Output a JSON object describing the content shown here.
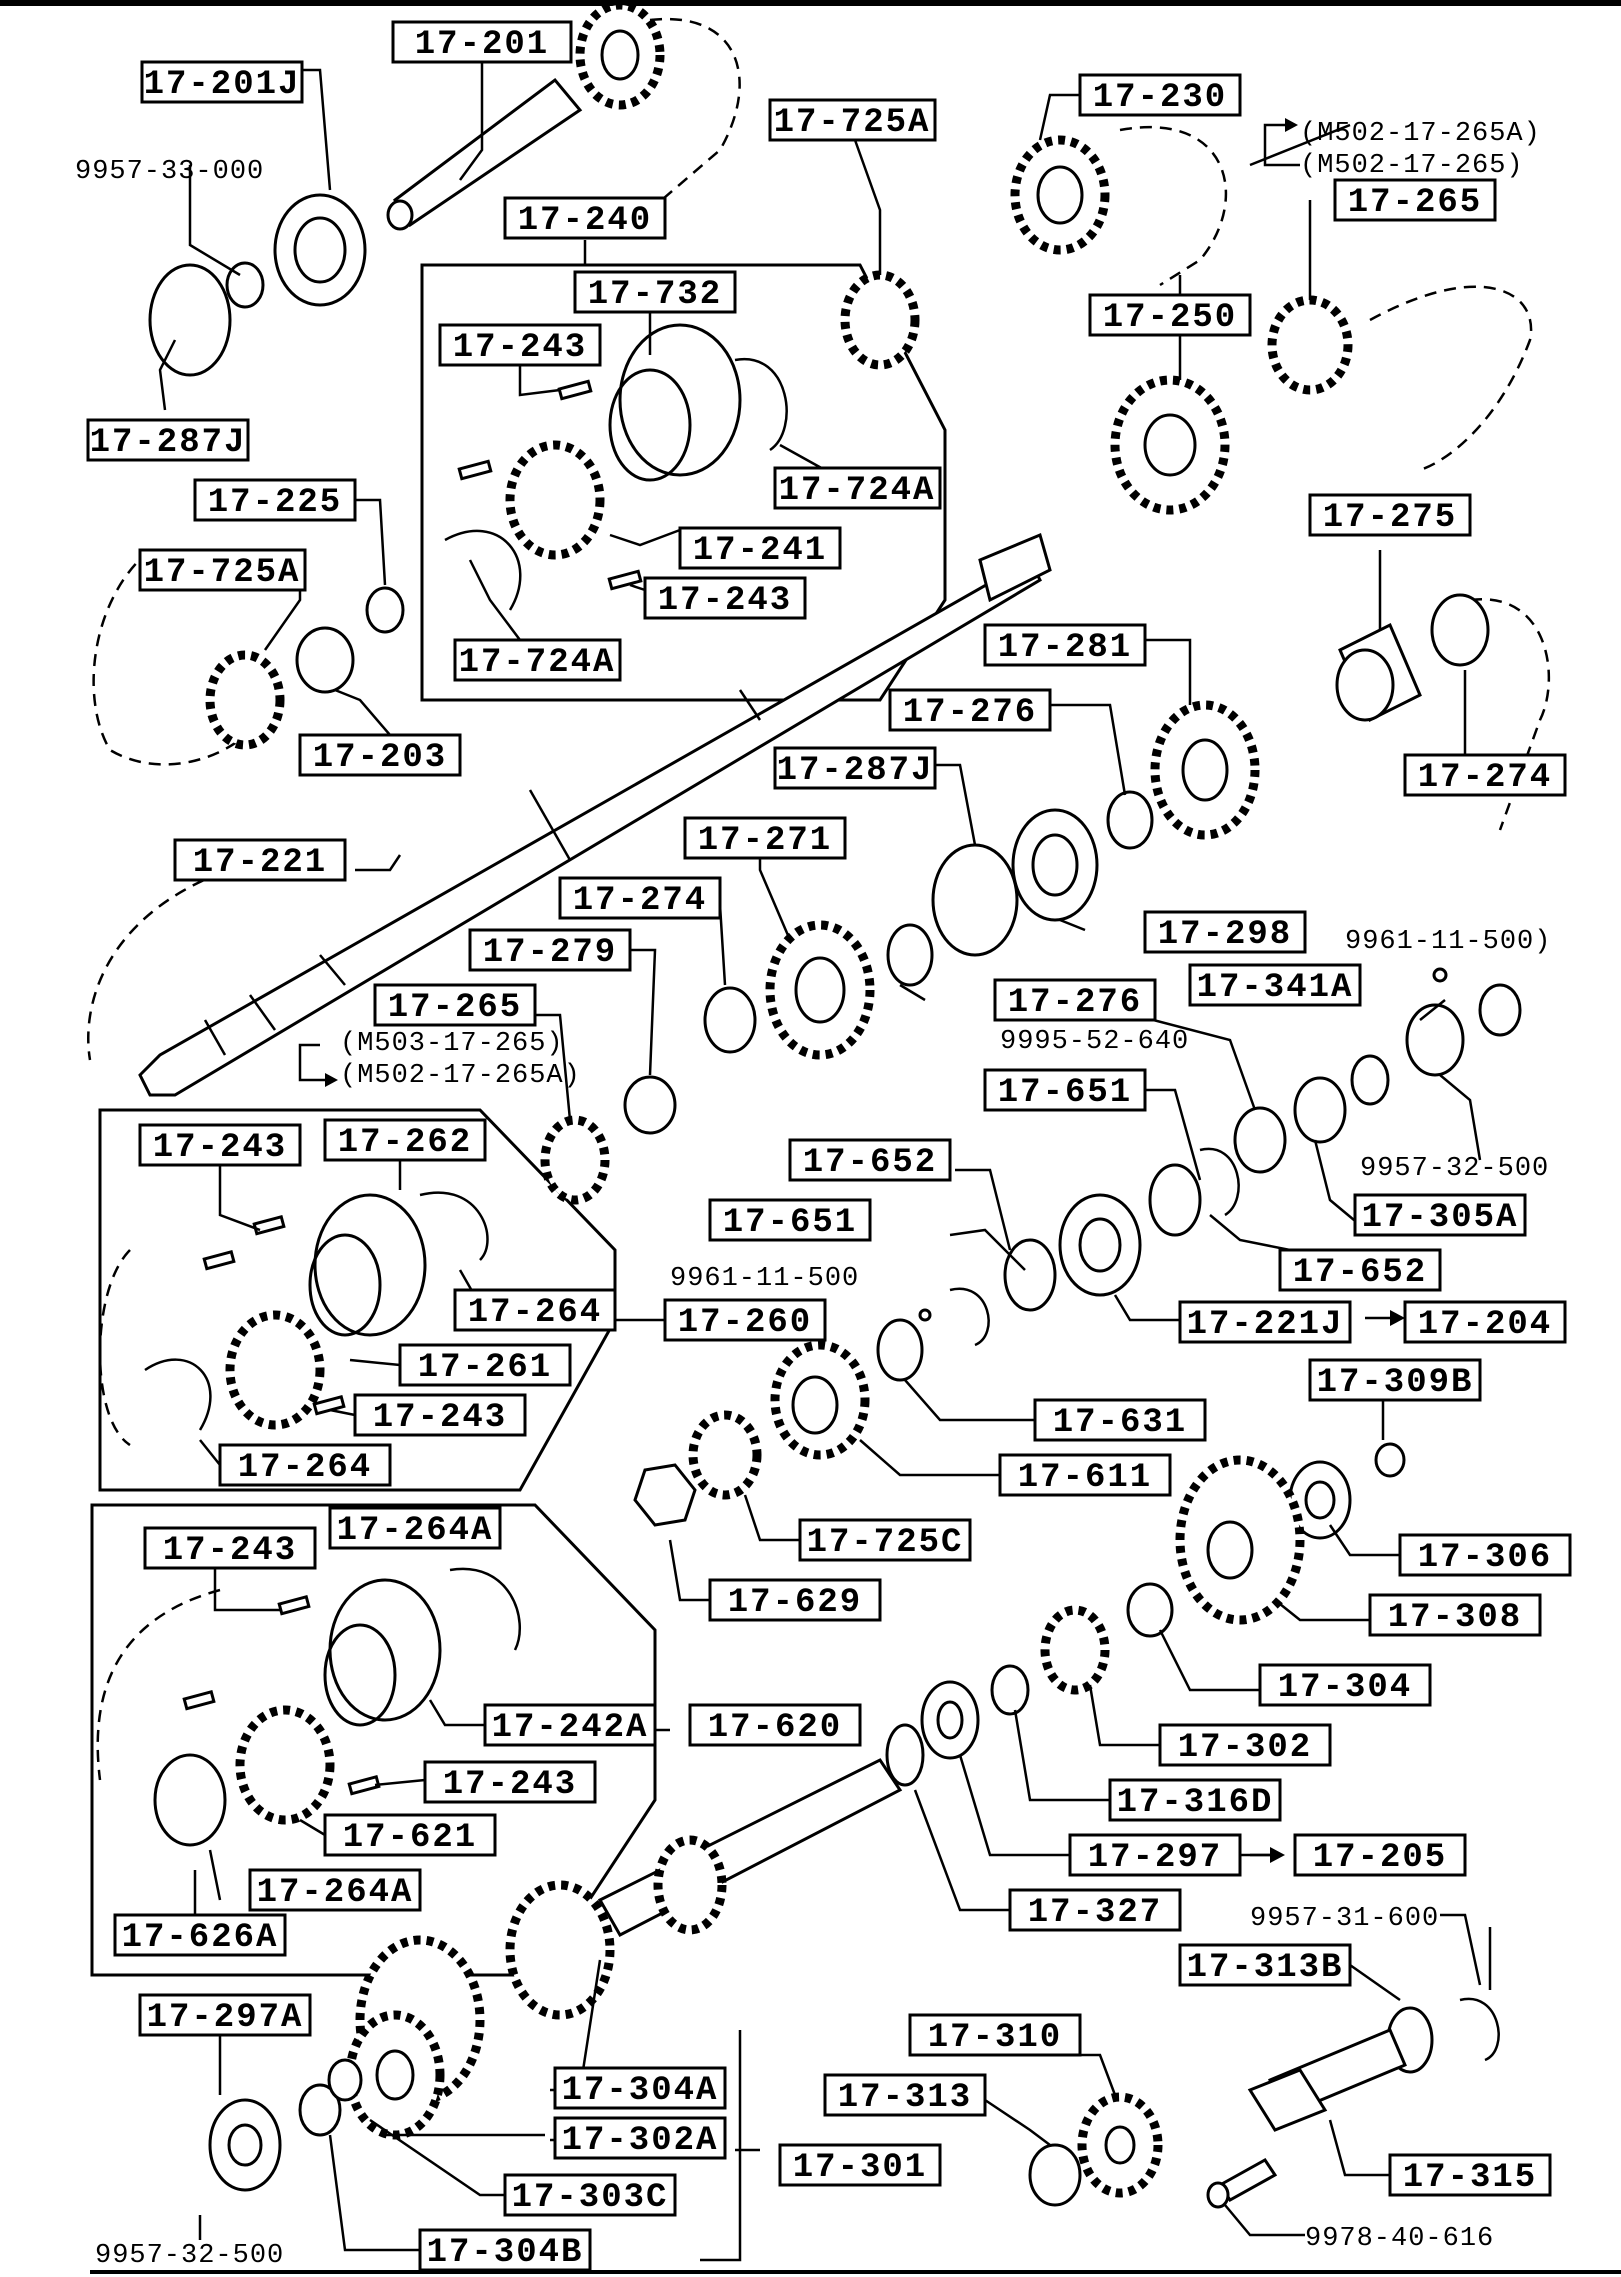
{
  "part_labels": [
    {
      "text": "17-201"
    },
    {
      "text": "17-201J"
    },
    {
      "text": "17-287J"
    },
    {
      "text": "17-240"
    },
    {
      "text": "17-732"
    },
    {
      "text": "17-243"
    },
    {
      "text": "17-724A"
    },
    {
      "text": "17-241"
    },
    {
      "text": "17-243"
    },
    {
      "text": "17-724A"
    },
    {
      "text": "17-225"
    },
    {
      "text": "17-725A"
    },
    {
      "text": "17-203"
    },
    {
      "text": "17-725A"
    },
    {
      "text": "17-230"
    },
    {
      "text": "17-265"
    },
    {
      "text": "17-250"
    },
    {
      "text": "17-275"
    },
    {
      "text": "17-274"
    },
    {
      "text": "17-281"
    },
    {
      "text": "17-276"
    },
    {
      "text": "17-287J"
    },
    {
      "text": "17-271"
    },
    {
      "text": "17-221"
    },
    {
      "text": "17-298"
    },
    {
      "text": "17-274"
    },
    {
      "text": "17-279"
    },
    {
      "text": "17-276"
    },
    {
      "text": "17-341A"
    },
    {
      "text": "17-265"
    },
    {
      "text": "17-651"
    },
    {
      "text": "17-243"
    },
    {
      "text": "17-262"
    },
    {
      "text": "17-652"
    },
    {
      "text": "17-305A"
    },
    {
      "text": "17-651"
    },
    {
      "text": "17-652"
    },
    {
      "text": "17-264"
    },
    {
      "text": "17-260"
    },
    {
      "text": "17-221J"
    },
    {
      "text": "17-204"
    },
    {
      "text": "17-261"
    },
    {
      "text": "17-309B"
    },
    {
      "text": "17-243"
    },
    {
      "text": "17-631"
    },
    {
      "text": "17-264"
    },
    {
      "text": "17-611"
    },
    {
      "text": "17-725C"
    },
    {
      "text": "17-306"
    },
    {
      "text": "17-243"
    },
    {
      "text": "17-264A"
    },
    {
      "text": "17-629"
    },
    {
      "text": "17-308"
    },
    {
      "text": "17-304"
    },
    {
      "text": "17-242A"
    },
    {
      "text": "17-620"
    },
    {
      "text": "17-302"
    },
    {
      "text": "17-243"
    },
    {
      "text": "17-316D"
    },
    {
      "text": "17-621"
    },
    {
      "text": "17-297"
    },
    {
      "text": "17-205"
    },
    {
      "text": "17-264A"
    },
    {
      "text": "17-327"
    },
    {
      "text": "17-626A"
    },
    {
      "text": "17-313B"
    },
    {
      "text": "17-297A"
    },
    {
      "text": "17-310"
    },
    {
      "text": "17-304A"
    },
    {
      "text": "17-313"
    },
    {
      "text": "17-302A"
    },
    {
      "text": "17-301"
    },
    {
      "text": "17-303C"
    },
    {
      "text": "17-315"
    },
    {
      "text": "17-304B"
    }
  ],
  "plain_labels": [
    {
      "text": "9957-33-000"
    },
    {
      "text": "(M502-17-265A)"
    },
    {
      "text": "(M502-17-265)"
    },
    {
      "text": "9961-11-500)"
    },
    {
      "text": "9995-52-640"
    },
    {
      "text": "(M503-17-265)"
    },
    {
      "text": "(M502-17-265A)"
    },
    {
      "text": "9957-32-500"
    },
    {
      "text": "9961-11-500"
    },
    {
      "text": "9957-31-600"
    },
    {
      "text": "9978-40-616"
    },
    {
      "text": "9957-32-500"
    }
  ]
}
